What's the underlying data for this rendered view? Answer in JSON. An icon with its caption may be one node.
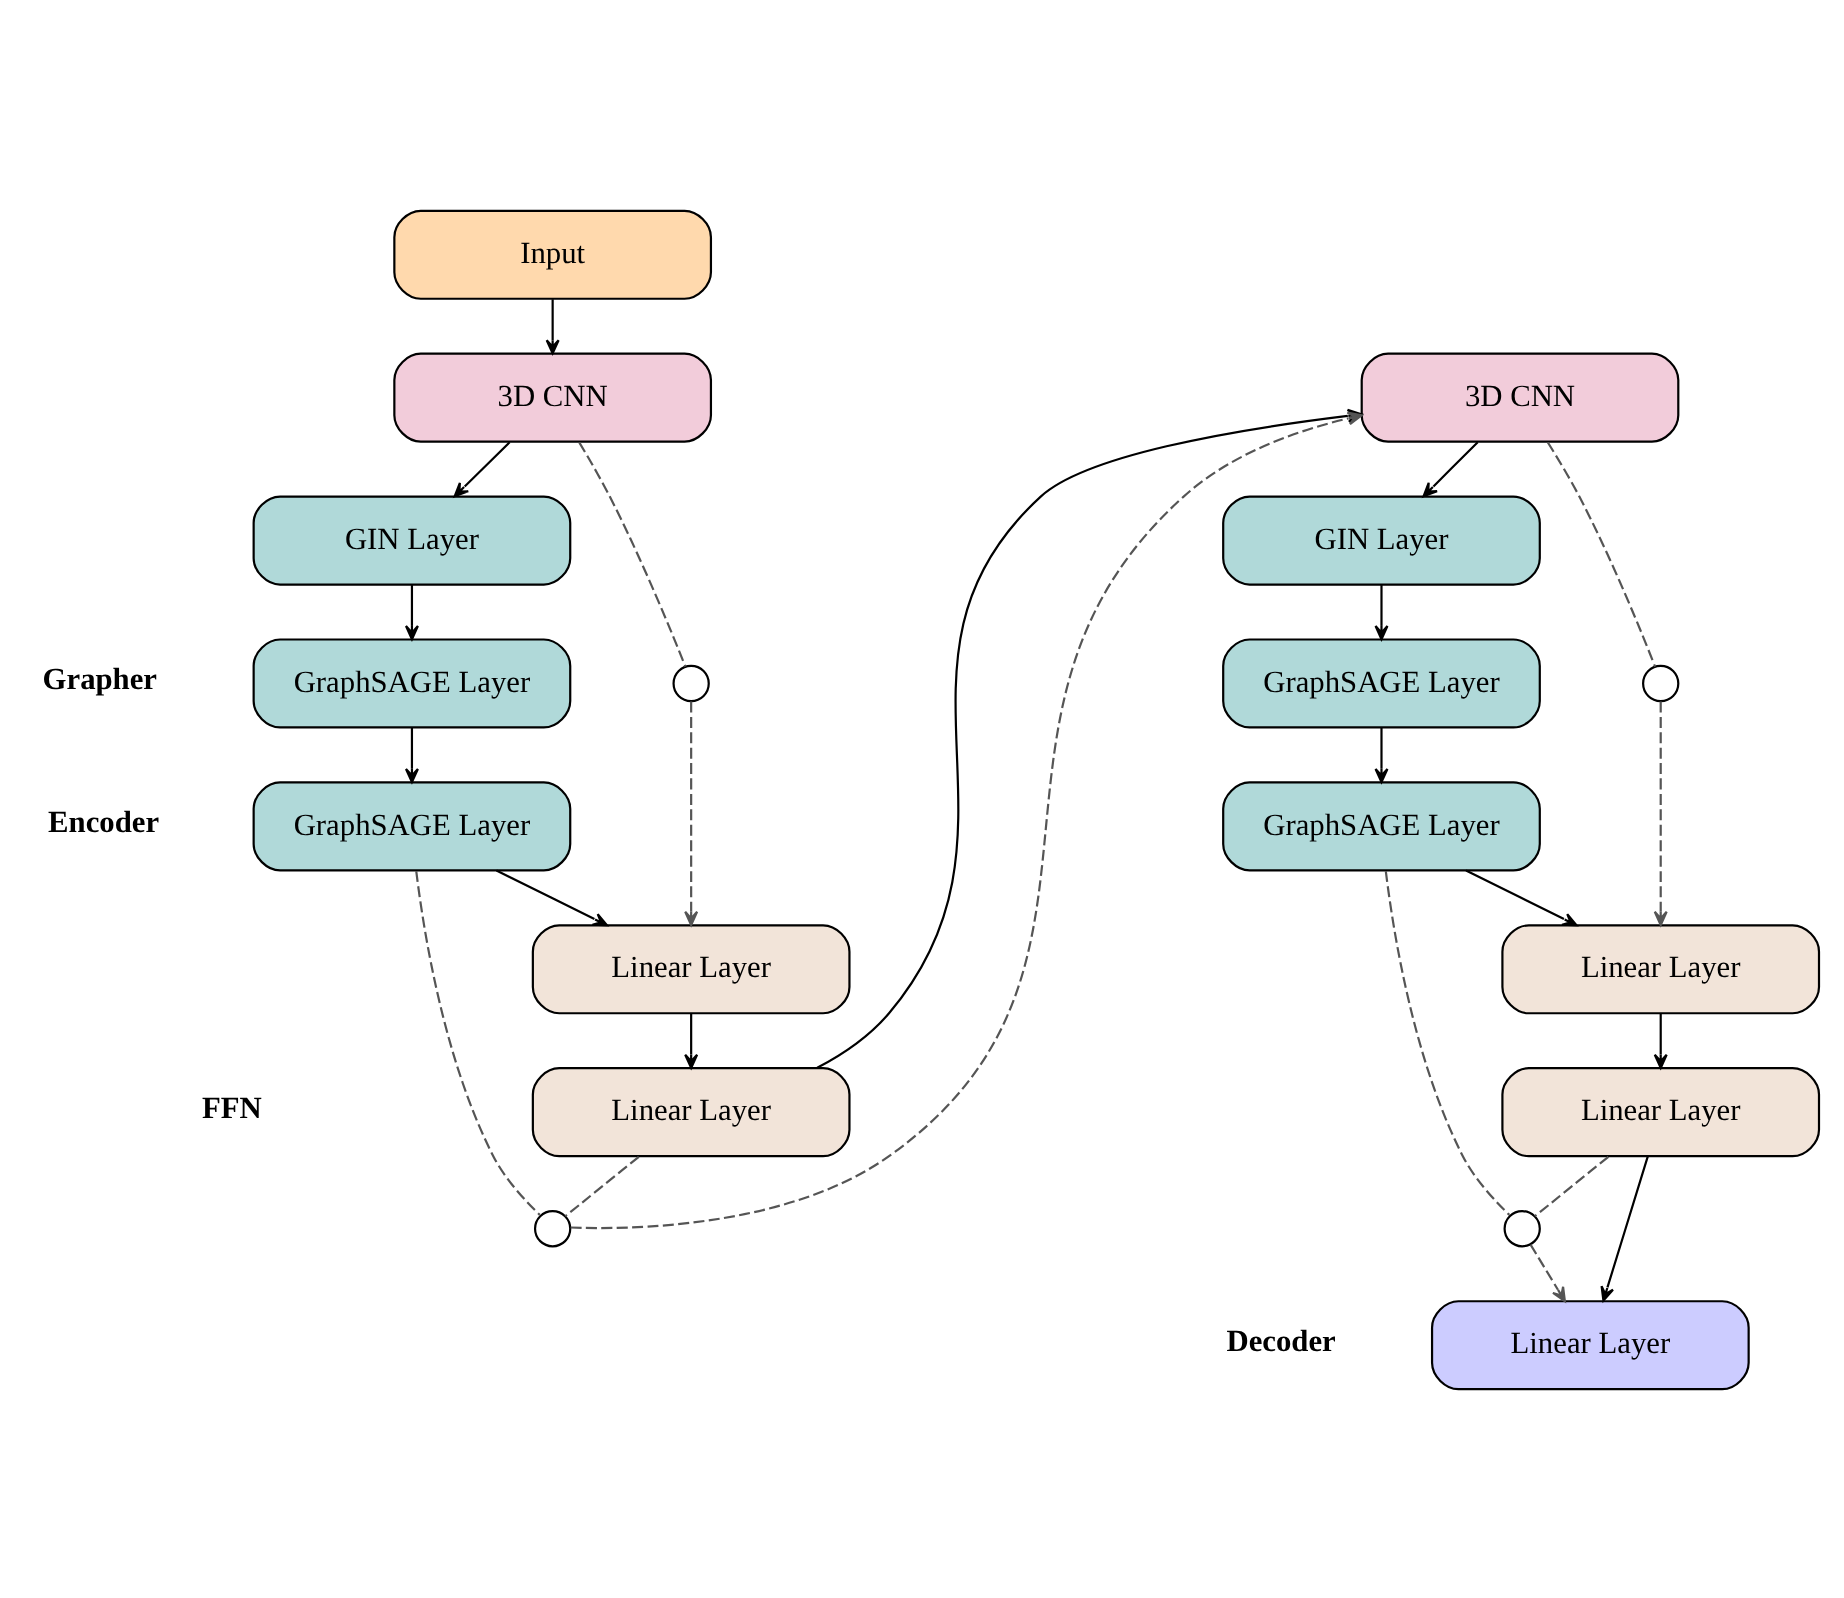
{
  "diagram": {
    "nodes": [
      {
        "text": [
          "Input"
        ]
      },
      {
        "text": [
          "3D CNN"
        ]
      },
      {
        "text": [
          "GIN Layer"
        ]
      },
      {
        "text": [
          "GraphSAGE Layer"
        ]
      },
      {
        "text": [
          "GraphSAGE Layer"
        ]
      },
      {
        "text": [],
        "shape": "circle"
      },
      {
        "text": [
          "Linear Layer"
        ]
      },
      {
        "text": [
          "Linear Layer"
        ]
      },
      {
        "text": [],
        "shape": "circle"
      },
      {
        "text": [
          "3D CNN"
        ]
      },
      {
        "text": [
          "GIN Layer"
        ]
      },
      {
        "text": [
          "GraphSAGE Layer"
        ]
      },
      {
        "text": [
          "GraphSAGE Layer"
        ]
      },
      {
        "text": [],
        "shape": "circle"
      },
      {
        "text": [
          "Linear Layer"
        ]
      },
      {
        "text": [
          "Linear Layer"
        ]
      },
      {
        "text": [],
        "shape": "circle"
      },
      {
        "text": [
          "Linear Layer"
        ]
      }
    ],
    "edges": [
      {
        "from": 0,
        "to": 1,
        "arrow": "to"
      },
      {
        "from": 1,
        "to": 2,
        "arrow": "to"
      },
      {
        "from": 2,
        "to": 3,
        "arrow": "to"
      },
      {
        "from": 3,
        "to": 4,
        "arrow": "to"
      },
      {
        "from": 1,
        "to": 5,
        "arrow": "none",
        "style": "dashed"
      },
      {
        "from": 5,
        "to": 6,
        "arrow": "to",
        "style": "dashed"
      },
      {
        "from": 4,
        "to": 6,
        "arrow": "to"
      },
      {
        "from": 4,
        "to": 8,
        "arrow": "none",
        "style": "dashed"
      },
      {
        "from": 6,
        "to": 7,
        "arrow": "to"
      },
      {
        "from": 7,
        "to": 8,
        "arrow": "none",
        "style": "dashed"
      },
      {
        "from": 8,
        "to": 9,
        "arrow": "to",
        "style": "dashed"
      },
      {
        "from": 7,
        "to": 9,
        "arrow": "to"
      },
      {
        "from": 9,
        "to": 10,
        "arrow": "to"
      },
      {
        "from": 10,
        "to": 11,
        "arrow": "to"
      },
      {
        "from": 11,
        "to": 12,
        "arrow": "to"
      },
      {
        "from": 9,
        "to": 13,
        "arrow": "none",
        "style": "dashed"
      },
      {
        "from": 13,
        "to": 14,
        "arrow": "to",
        "style": "dashed"
      },
      {
        "from": 12,
        "to": 14,
        "arrow": "to"
      },
      {
        "from": 12,
        "to": 16,
        "arrow": "none",
        "style": "dashed"
      },
      {
        "from": 14,
        "to": 15,
        "arrow": "to"
      },
      {
        "from": 15,
        "to": 16,
        "arrow": "none",
        "style": "dashed"
      },
      {
        "from": 16,
        "to": 17,
        "arrow": "to",
        "style": "dashed"
      },
      {
        "from": 15,
        "to": 17,
        "arrow": "to"
      }
    ],
    "labels": [
      "Encoder",
      "Grapher",
      "FFN",
      "Decoder"
    ]
  }
}
